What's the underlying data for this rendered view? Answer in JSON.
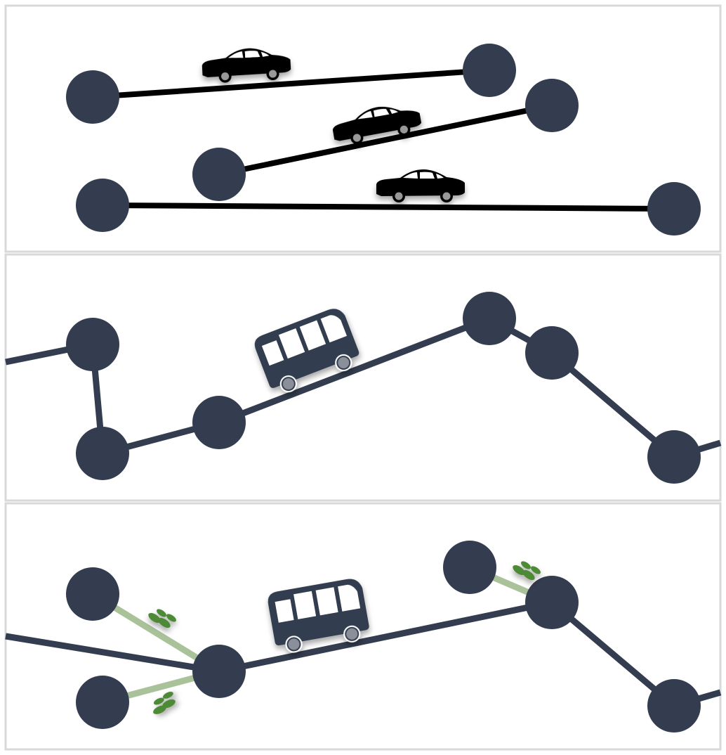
{
  "colors": {
    "node": "#333d4f",
    "car_road": "#000000",
    "transit_road": "#333d4f",
    "walk_path": "#a9c29a",
    "footprint": "#4e8a36",
    "panel_border": "#d9d9d9",
    "background": "#ffffff"
  },
  "panels": [
    {
      "name": "car-panel",
      "vehicle_icon": "car-icon"
    },
    {
      "name": "bus-panel",
      "vehicle_icon": "bus-icon"
    },
    {
      "name": "bus-walk-panel",
      "vehicle_icon": "bus-icon",
      "walk_icon": "footprints-icon"
    }
  ]
}
